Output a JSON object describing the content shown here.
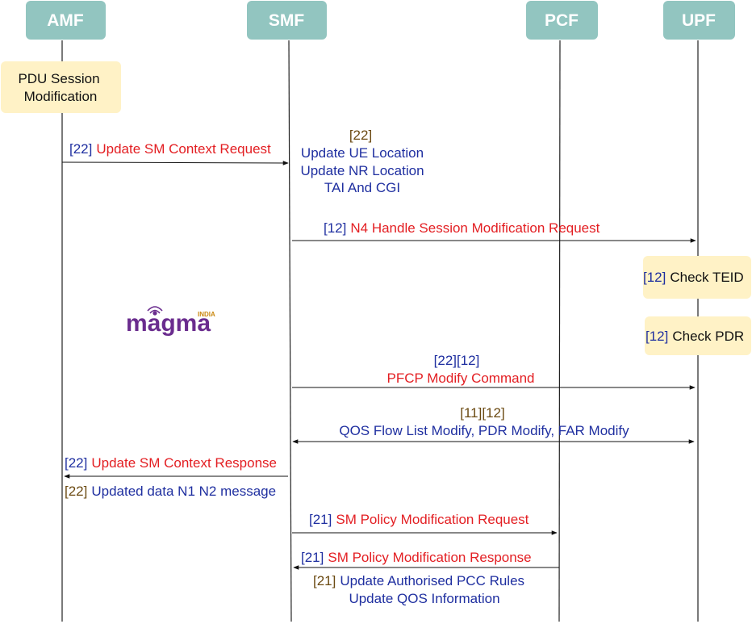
{
  "actors": [
    "AMF",
    "SMF",
    "PCF",
    "UPF"
  ],
  "notes": {
    "pdu_line1": "PDU Session",
    "pdu_line2": "Modification",
    "check_teid_ref": "[12]",
    "check_teid_text": "Check TEID",
    "check_pdr_ref": "[12]",
    "check_pdr_text": "Check PDR"
  },
  "messages": {
    "update_sm_req_ref": "[22]",
    "update_sm_req_label": "Update SM Context Request",
    "ue_location_ref": "[22]",
    "ue_location_line1": "Update UE Location",
    "ue_location_line2": "Update NR Location",
    "ue_location_line3": "TAI And CGI",
    "n4_ref": "[12]",
    "n4_label": "N4 Handle Session Modification Request",
    "pfcp_ref": "[22][12]",
    "pfcp_label": "PFCP Modify Command",
    "qos_ref": "[11][12]",
    "qos_label": "QOS Flow List Modify, PDR Modify, FAR Modify",
    "update_sm_resp_ref": "[22]",
    "update_sm_resp_label": "Update SM Context Response",
    "updated_data_ref": "[22]",
    "updated_data_label": "Updated data N1 N2 message",
    "policy_req_ref": "[21]",
    "policy_req_label": "SM Policy Modification Request",
    "policy_resp_ref": "[21]",
    "policy_resp_label": "SM Policy Modification Response",
    "pcc_ref": "[21]",
    "pcc_line1": "Update Authorised PCC Rules",
    "pcc_line2": "Update QOS Information"
  },
  "logo": {
    "text": "magma",
    "tag": "INDIA"
  }
}
